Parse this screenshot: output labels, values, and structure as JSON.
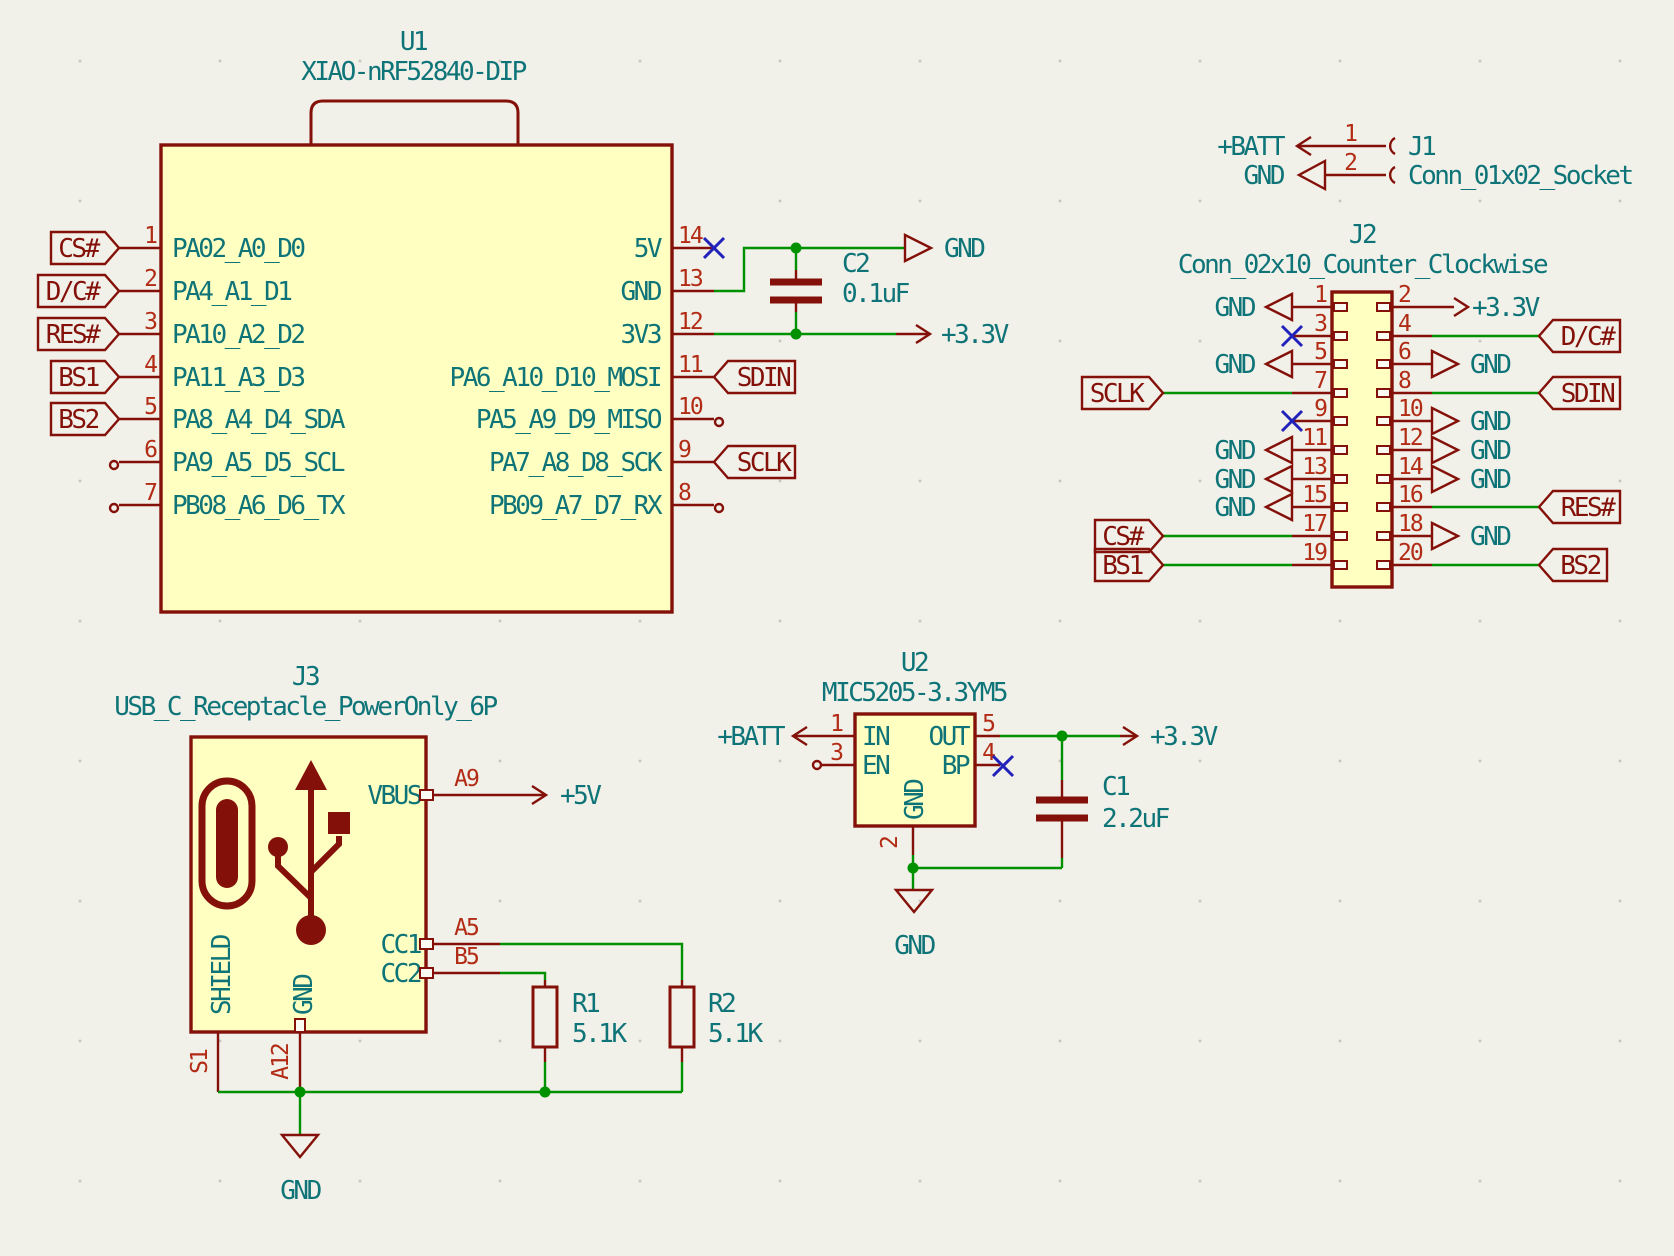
{
  "u1": {
    "ref": "U1",
    "value": "XIAO-nRF52840-DIP",
    "left_pins": [
      {
        "num": "1",
        "name": "PA02_A0_D0",
        "label": "CS#"
      },
      {
        "num": "2",
        "name": "PA4_A1_D1",
        "label": "D/C#"
      },
      {
        "num": "3",
        "name": "PA10_A2_D2",
        "label": "RES#"
      },
      {
        "num": "4",
        "name": "PA11_A3_D3",
        "label": "BS1"
      },
      {
        "num": "5",
        "name": "PA8_A4_D4_SDA",
        "label": "BS2"
      },
      {
        "num": "6",
        "name": "PA9_A5_D5_SCL"
      },
      {
        "num": "7",
        "name": "PB08_A6_D6_TX"
      }
    ],
    "right_pins": [
      {
        "num": "14",
        "name": "5V"
      },
      {
        "num": "13",
        "name": "GND"
      },
      {
        "num": "12",
        "name": "3V3"
      },
      {
        "num": "11",
        "name": "PA6_A10_D10_MOSI",
        "label": "SDIN"
      },
      {
        "num": "10",
        "name": "PA5_A9_D9_MISO"
      },
      {
        "num": "9",
        "name": "PA7_A8_D8_SCK",
        "label": "SCLK"
      },
      {
        "num": "8",
        "name": "PB09_A7_D7_RX"
      }
    ]
  },
  "j1": {
    "ref": "J1",
    "value": "Conn_01x02_Socket",
    "pin1_num": "1",
    "pin2_num": "2"
  },
  "j2": {
    "ref": "J2",
    "value": "Conn_02x10_Counter_Clockwise",
    "rows": [
      {
        "ln": "1",
        "rn": "2",
        "lt": "GND",
        "rt": "+3.3V"
      },
      {
        "ln": "3",
        "rn": "4",
        "rl": "D/C#"
      },
      {
        "ln": "5",
        "rn": "6",
        "lt": "GND",
        "rt": "GND"
      },
      {
        "ln": "7",
        "rn": "8",
        "ll": "SCLK",
        "rl": "SDIN"
      },
      {
        "ln": "9",
        "rn": "10",
        "rt": "GND"
      },
      {
        "ln": "11",
        "rn": "12",
        "lt": "GND",
        "rt": "GND"
      },
      {
        "ln": "13",
        "rn": "14",
        "lt": "GND",
        "rt": "GND"
      },
      {
        "ln": "15",
        "rn": "16",
        "lt": "GND",
        "rl": "RES#"
      },
      {
        "ln": "17",
        "rn": "18",
        "ll": "CS#",
        "rt": "GND"
      },
      {
        "ln": "19",
        "rn": "20",
        "ll": "BS1",
        "rl": "BS2"
      }
    ]
  },
  "j3": {
    "ref": "J3",
    "value": "USB_C_Receptacle_PowerOnly_6P",
    "vbus": {
      "name": "VBUS",
      "num": "A9"
    },
    "cc1": {
      "name": "CC1",
      "num": "A5"
    },
    "cc2": {
      "name": "CC2",
      "num": "B5"
    },
    "shield": {
      "name": "SHIELD",
      "num": "S1"
    },
    "gnd": {
      "name": "GND",
      "num": "A12"
    }
  },
  "u2": {
    "ref": "U2",
    "value": "MIC5205-3.3YM5",
    "in": {
      "num": "1",
      "name": "IN"
    },
    "en": {
      "num": "3",
      "name": "EN"
    },
    "out": {
      "num": "5",
      "name": "OUT"
    },
    "bp": {
      "num": "4",
      "name": "BP"
    },
    "gnd": {
      "num": "2",
      "name": "GND"
    }
  },
  "c1": {
    "ref": "C1",
    "value": "2.2uF"
  },
  "c2": {
    "ref": "C2",
    "value": "0.1uF"
  },
  "r1": {
    "ref": "R1",
    "value": "5.1K"
  },
  "r2": {
    "ref": "R2",
    "value": "5.1K"
  },
  "power": {
    "gnd": "GND",
    "v33": "+3.3V",
    "v5": "+5V",
    "batt": "+BATT"
  },
  "colors": {
    "background": "#F1F0E9",
    "symbol_outline": "#841109",
    "symbol_fill": "#FFFFC2",
    "pin_number": "#B22B14",
    "text_teal": "#0E7478",
    "wire": "#009100",
    "no_connect": "#2222BB"
  }
}
